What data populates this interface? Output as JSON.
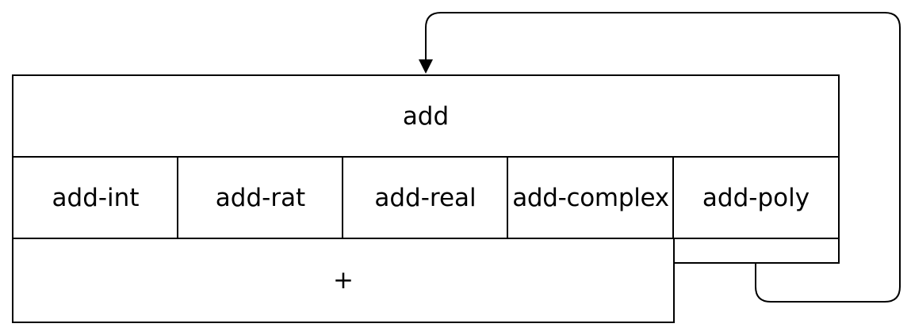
{
  "top": {
    "label": "add"
  },
  "cells": [
    {
      "label": "add-int"
    },
    {
      "label": "add-rat"
    },
    {
      "label": "add-real"
    },
    {
      "label": "add-complex"
    },
    {
      "label": "add-poly"
    }
  ],
  "bottom": {
    "label": "+"
  },
  "colors": {
    "stroke": "#000000",
    "fill": "#ffffff"
  }
}
